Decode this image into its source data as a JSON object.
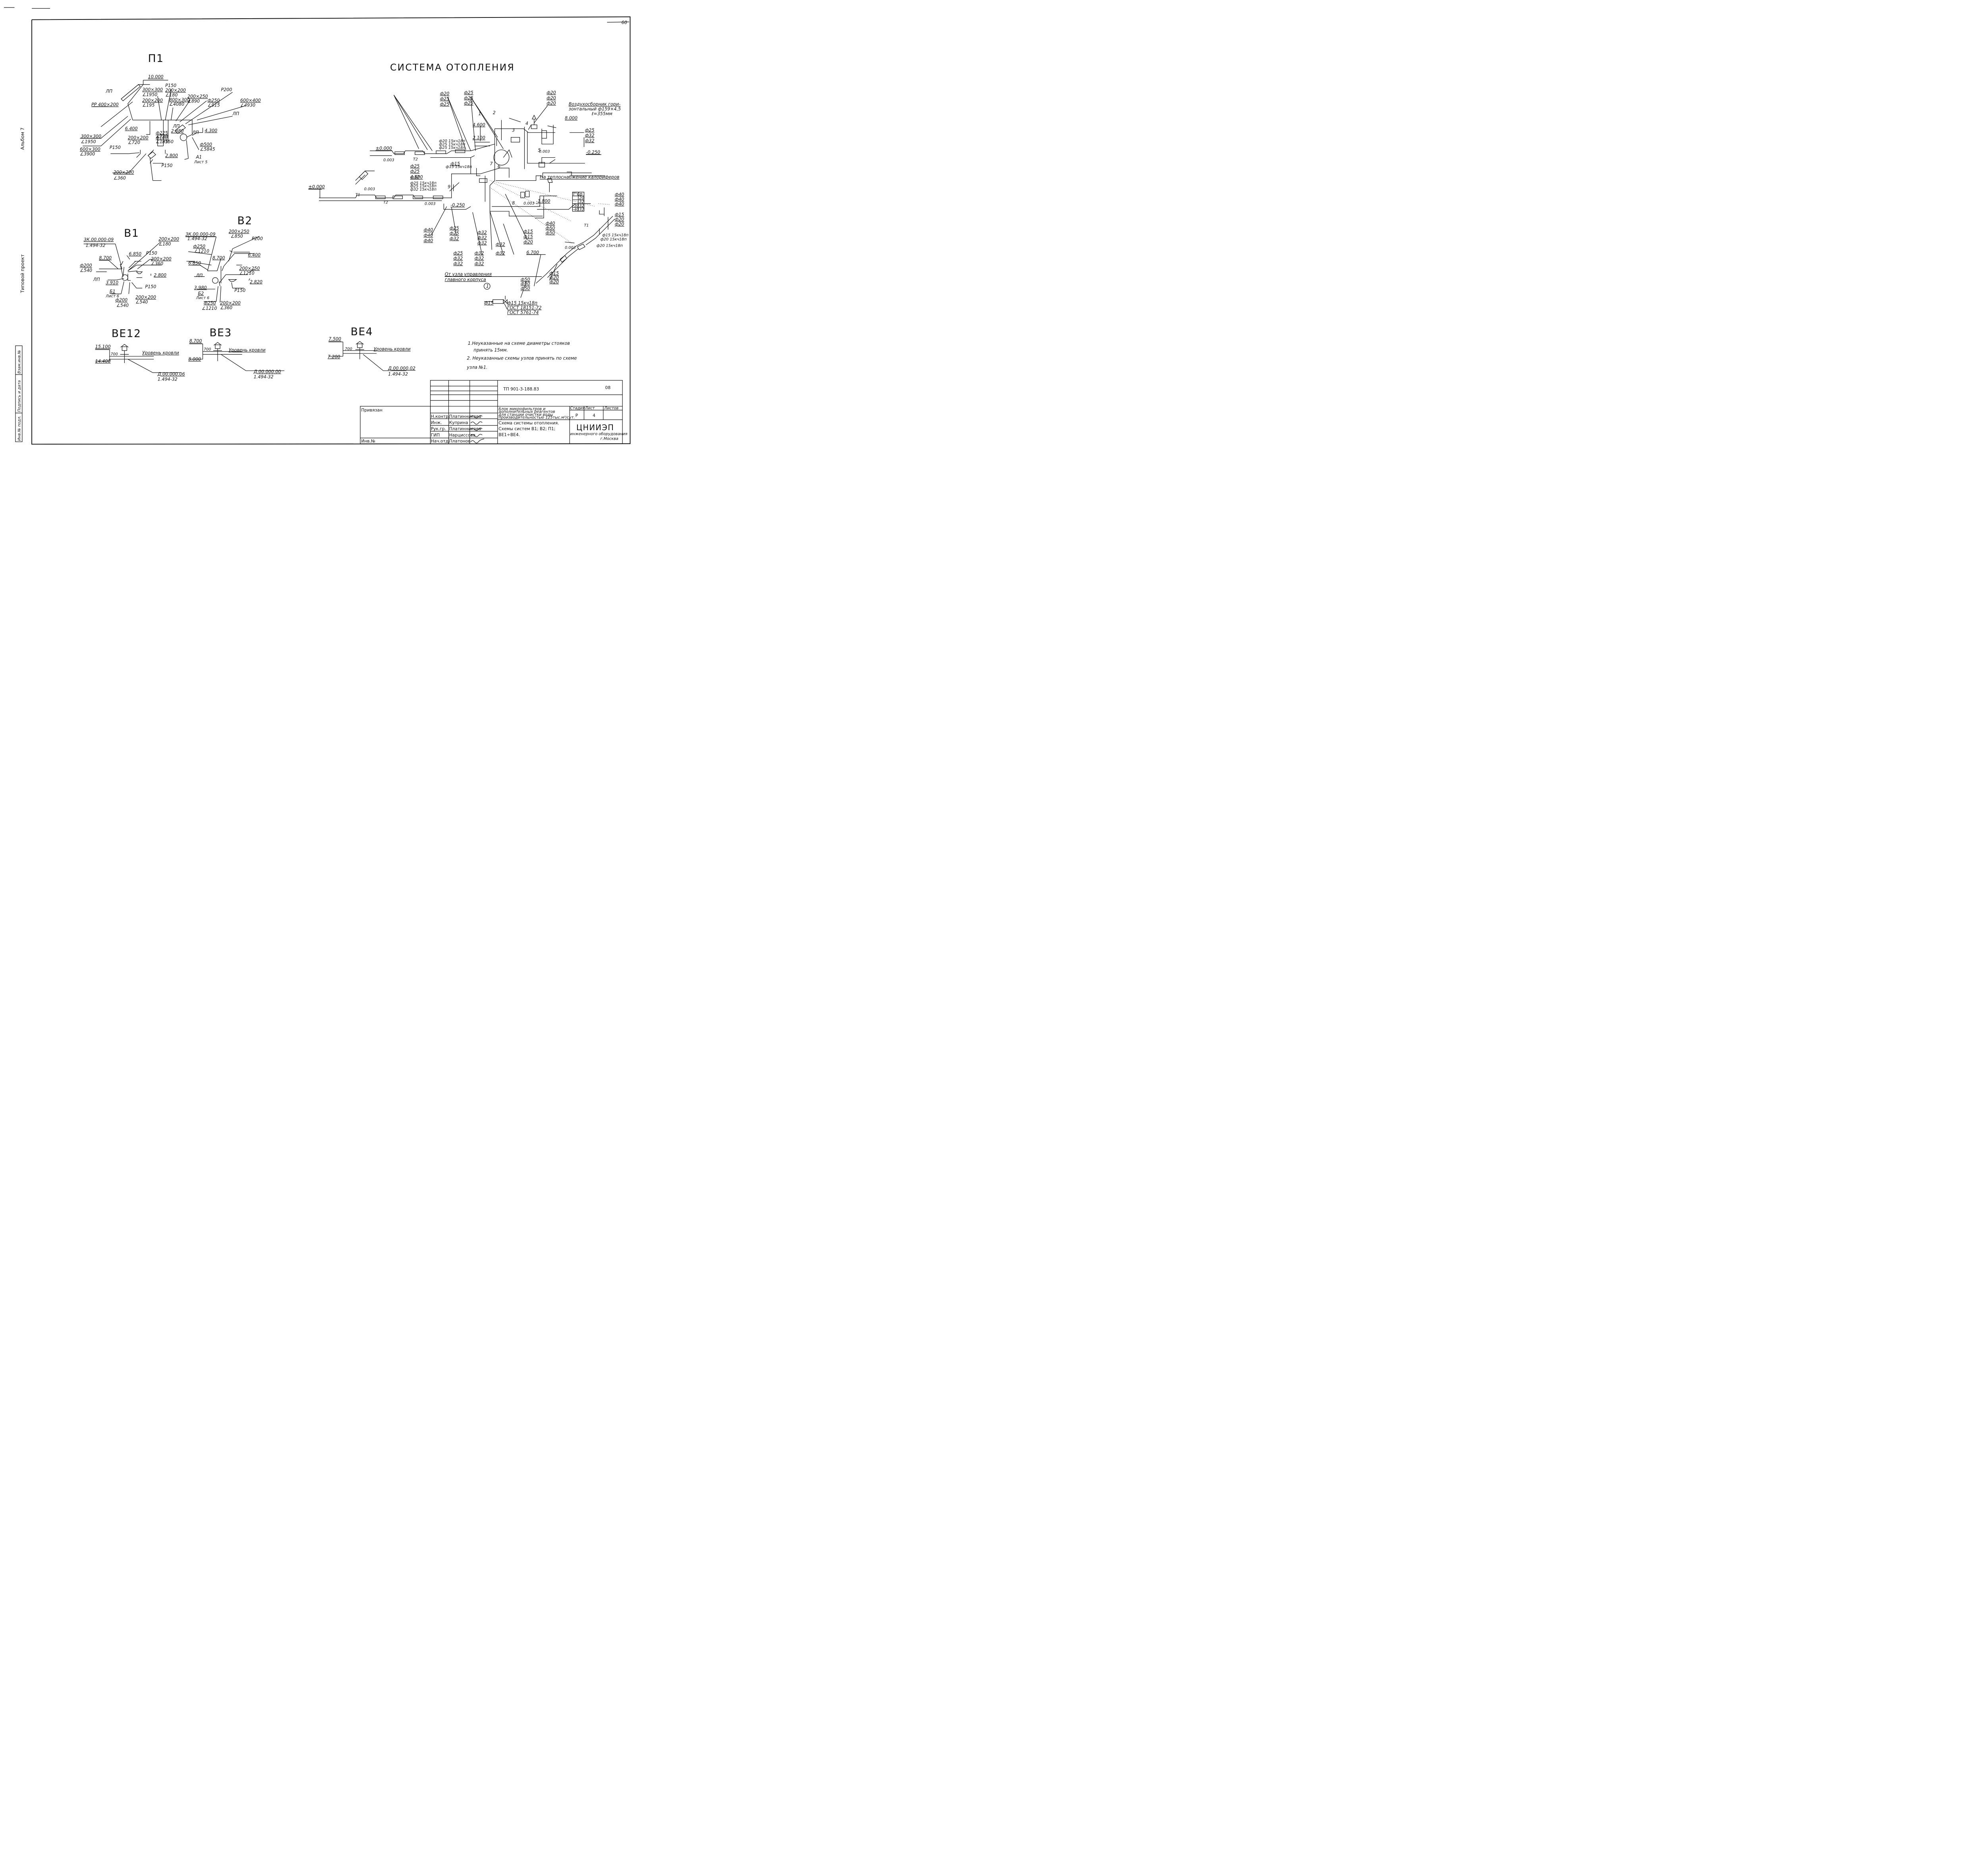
{
  "sheet_number": "60",
  "left_margin": {
    "album": "Альбом 7",
    "project_type": "Типовой проект",
    "stamp_cells": [
      "Взам.инв.№",
      "Подпись и дата",
      "Инв.№ подл."
    ]
  },
  "p1": {
    "title": "П1",
    "labels": [
      "10.000",
      "ЛП",
      "РР 400×200",
      "300×300",
      "∠1950",
      "200×200",
      "∠195",
      "Р150",
      "200×200",
      "∠180",
      "800×300",
      "∠4080",
      "200×250",
      "∠890",
      "ф250",
      "∠915",
      "Р200",
      "600×400",
      "∠4930",
      "ЛП",
      "6.400",
      "ф100",
      "∠185",
      "ф225",
      "∠720",
      "ЛП",
      "2.880",
      "ЛП",
      "4.300",
      "300×300",
      "∠1950",
      "600×300",
      "∠3900",
      "200×200",
      "∠720",
      "Р150",
      "ф500",
      "∠5845",
      "Р150",
      "2.800",
      "А1",
      "Лист 5",
      "Р150",
      "200×200",
      "∠360"
    ]
  },
  "b1": {
    "title": "В1",
    "labels": [
      "3К.00.000-09",
      "1.494-32",
      "200×200",
      "∠180",
      "8.700",
      "6.850",
      "Р150",
      "ф200",
      "∠540",
      "200×200",
      "∠360",
      "ЛП",
      "3.910",
      "2.800",
      "Б1",
      "Лист 6",
      "Р150",
      "ф200",
      "∠540",
      "200×200",
      "∠540"
    ]
  },
  "b2": {
    "title": "В2",
    "labels": [
      "3К.00.000-09",
      "1.494-32",
      "200×250",
      "∠850",
      "Р200",
      "ф250",
      "∠1210",
      "8.700",
      "6.400",
      "6.850",
      "200×250",
      "∠1210",
      "ЛП",
      "2.820",
      "3.980",
      "Б2",
      "Лист 6",
      "Р150",
      "ф250",
      "∠1210",
      "200×200",
      "∠360"
    ]
  },
  "be12": {
    "title": "ВЕ12",
    "labels": [
      "15.100",
      "700",
      "14.400",
      "Уровень кровли",
      "Д.00.000.06",
      "1.494-32"
    ]
  },
  "be3": {
    "title": "ВЕ3",
    "labels": [
      "8.700",
      "700",
      "8.000",
      "Уровень кровли",
      "Д.00.000.00",
      "1.494-32"
    ]
  },
  "be4": {
    "title": "ВЕ4",
    "labels": [
      "7.500",
      "700",
      "7.200",
      "Уровень кровли",
      "Д.00.000.02",
      "1.494-32"
    ]
  },
  "heating": {
    "title": "СИСТЕМА ОТОПЛЕНИЯ",
    "diam_groups": [
      [
        "ф20",
        "ф25",
        "ф25"
      ],
      [
        "ф25",
        "ф25",
        "ф25"
      ],
      [
        "ф20",
        "ф20",
        "ф20"
      ],
      [
        "ф25",
        "ф32",
        "ф32"
      ],
      [
        "ф40",
        "ф40",
        "ф40"
      ],
      [
        "ф25",
        "ф25",
        "ф32"
      ],
      [
        "ф32",
        "ф32",
        "ф32"
      ],
      [
        "ф25",
        "ф32",
        "ф32"
      ],
      [
        "ф32",
        "ф32",
        "ф32"
      ],
      [
        "ф32",
        "ф32"
      ],
      [
        "ф15",
        "ф15",
        "ф20"
      ],
      [
        "ф40",
        "ф50",
        "ф50"
      ],
      [
        "ф50",
        "ф50",
        "ф50"
      ],
      [
        "ф15",
        "ф20",
        "ф20"
      ]
    ],
    "air_collector": [
      "Воздухосборник гори-",
      "зонтальный ф159×4,5",
      "ℓ=355мм"
    ],
    "levels": [
      "8.000",
      "4.600",
      "2.100",
      "±0.000",
      "±0.000",
      "-0.250",
      "-0.250",
      "-1.800",
      "6.700",
      "4.600"
    ],
    "slopes": [
      "0.003",
      "0.003",
      "0.003",
      "0.003",
      "0.003",
      "0.003"
    ],
    "pipe_tags": [
      "Т1",
      "Т2",
      "Т1",
      "Т2"
    ],
    "node_numbers": [
      "1",
      "2",
      "3",
      "4",
      "5",
      "6",
      "7",
      "8",
      "9"
    ],
    "valve_notes": [
      "ф20 15кч18п",
      "ф25 15кч18п",
      "ф25 15кч18п",
      "ф15 15кч18п",
      "ф25 15кч18п",
      "ф25 15кч18п",
      "ф32 15кч18п"
    ],
    "right_notes": [
      "ф15 15кч18п",
      "ф20 15кч18п",
      "ф20 15кч18п"
    ],
    "table": [
      [
        "Т°С",
        "ф"
      ],
      [
        "",
        "20"
      ],
      [
        "",
        "32"
      ],
      [
        "-30",
        "32"
      ],
      [
        "-40",
        "32"
      ]
    ],
    "right_diams": [
      "ф40",
      "ф40",
      "ф40"
    ],
    "supply_note": "На теплоснабжение калориферов",
    "main_note": [
      "От узла управления",
      "главного корпуса"
    ],
    "node_title": "1",
    "node_labels": [
      "ф15",
      "ф15 15кч18п",
      "ГОСТ 18151-72",
      "ГОСТ 5761-74"
    ]
  },
  "notes": [
    "1.Неуказанные на схеме диаметры стояков",
    "принять 15мм.",
    "2. Неуказанные схемы узлов принять по схеме",
    "узла №1."
  ],
  "title_block": {
    "code": "ТП 901-3-188.83",
    "sheet_code": "08",
    "privyazan": "Привязан",
    "inv": "Инв.№",
    "roles": [
      "Н.контр.",
      "Инж.",
      "Рук.гр.",
      "ГИП",
      "Нач.отд."
    ],
    "names": [
      "Платинникова",
      "Куприна",
      "Платинникова",
      "Нарциссова",
      "Платонов"
    ],
    "object_desc": [
      "Блок микрофильтров и",
      "дополнительных реагентов",
      "для станции очистки воды",
      "производительностью 125тыс.м³/сут."
    ],
    "sheet_desc": [
      "Схема системы отопления.",
      "Схемы систем В1; В2; П1;",
      "ВЕ1÷ВЕ4."
    ],
    "stage_head": [
      "Стадия",
      "Лист",
      "Листов"
    ],
    "stage": "Р",
    "sheet": "4",
    "org": "ЦНИИЭП",
    "org_sub": "инженерного оборудования",
    "city": "г.Москва"
  }
}
